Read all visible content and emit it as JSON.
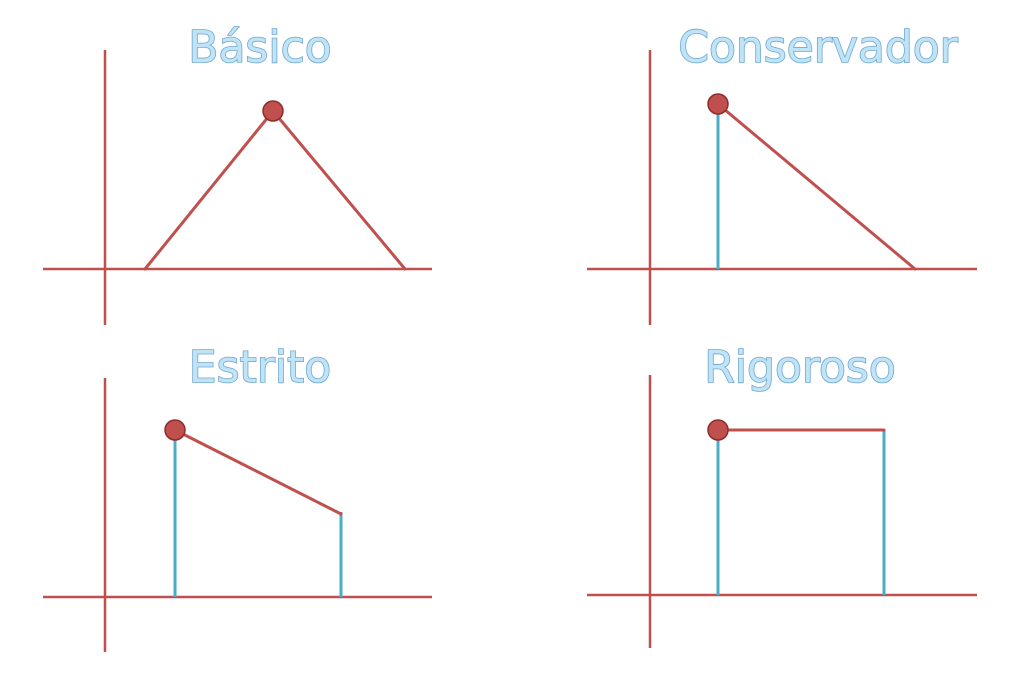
{
  "panels": [
    {
      "id": "basico",
      "title": "Básico"
    },
    {
      "id": "conservador",
      "title": "Conservador"
    },
    {
      "id": "estrito",
      "title": "Estrito"
    },
    {
      "id": "rigoroso",
      "title": "Rigoroso"
    }
  ],
  "colors": {
    "axis": "#c0504d",
    "curve": "#c0504d",
    "marker": "#4bacc6",
    "title_fill": "#bfe3f7",
    "title_stroke": "#6fa8cc"
  }
}
